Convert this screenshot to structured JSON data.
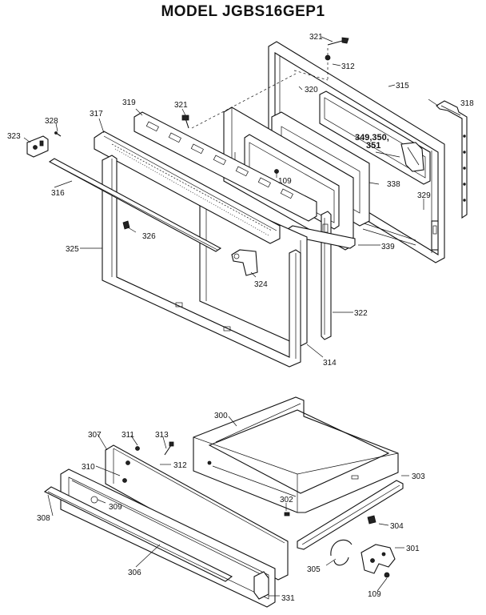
{
  "title": "MODEL JGBS16GEP1",
  "door_parts": {
    "p321a": "321",
    "p312a": "312",
    "p315": "315",
    "p318": "318",
    "p320": "320",
    "p319": "319",
    "p321b": "321",
    "p317": "317",
    "p328": "328",
    "p323": "323",
    "p109a": "109",
    "p338": "338",
    "p349": "349,350,",
    "p351": "351",
    "p329": "329",
    "p316": "316",
    "p326": "326",
    "p325": "325",
    "p324": "324",
    "p339": "339",
    "p322": "322",
    "p314": "314"
  },
  "drawer_parts": {
    "p300": "300",
    "p307": "307",
    "p311": "311",
    "p313": "313",
    "p312b": "312",
    "p310": "310",
    "p309": "309",
    "p308": "308",
    "p306": "306",
    "p303": "303",
    "p302": "302",
    "p304": "304",
    "p301": "301",
    "p305": "305",
    "p109b": "109",
    "p331": "331"
  }
}
